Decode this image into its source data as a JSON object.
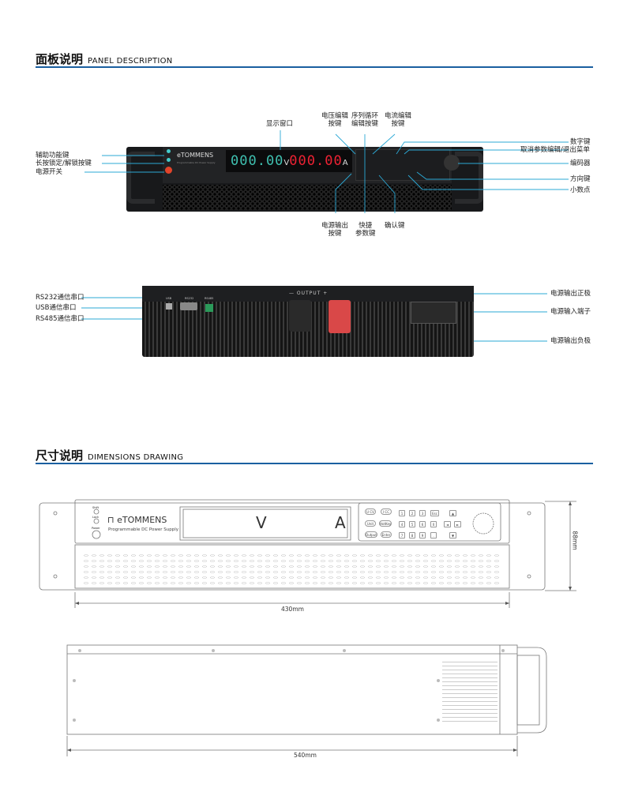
{
  "panel_section": {
    "title_cn": "面板说明",
    "title_en": "PANEL DESCRIPTION"
  },
  "front": {
    "brand": "eTOMMENS",
    "subtitle": "Programmable DC Power Supply",
    "volt_display": "000.00",
    "volt_unit": "V",
    "amp_display": "000.00",
    "amp_unit": "A",
    "labels": {
      "display": "显示窗口",
      "volt_key_1": "电压编辑",
      "volt_key_2": "按键",
      "seq_1": "序列循环",
      "seq_2": "编辑按键",
      "curr_1": "电流编辑",
      "curr_2": "按键",
      "aux": "辅助功能键",
      "lock": "长按锁定/解锁按键",
      "power": "电源开关",
      "numeric": "数字键",
      "cancel": "取消参数编辑/退出菜单",
      "encoder": "编码器",
      "arrows": "方向键",
      "decimal": "小数点",
      "output_1": "电源输出",
      "output_2": "按键",
      "quick_1": "快捷",
      "quick_2": "参数键",
      "confirm": "确认键"
    }
  },
  "rear": {
    "output_label": "— OUTPUT +",
    "port_labels": [
      "USB",
      "RS232",
      "RS485"
    ],
    "labels": {
      "rs232": "RS232通信串口",
      "usb": "USB通信串口",
      "rs485": "RS485通信串口",
      "pos": "电源输出正极",
      "input": "电源输入端子",
      "neg": "电源输出负极"
    }
  },
  "dim_section": {
    "title_cn": "尺寸说明",
    "title_en": "DIMENSIONS DRAWING"
  },
  "drawing": {
    "brand": "eTOMMENS",
    "subtitle": "Programmable DC Power Supply",
    "v": "V",
    "a": "A",
    "shift": "Shift",
    "lock": "Lock",
    "power": "Power",
    "keys": [
      "U CV",
      "I CC",
      "1",
      "2",
      "3",
      "Esc",
      "▲",
      "Unit",
      "HotKey",
      "4",
      "5",
      "6",
      "0",
      "◄",
      "►",
      "Output",
      "Enter",
      "7",
      "8",
      "9",
      ".",
      "▼"
    ],
    "height": "88mm",
    "width": "430mm",
    "depth": "540mm"
  }
}
